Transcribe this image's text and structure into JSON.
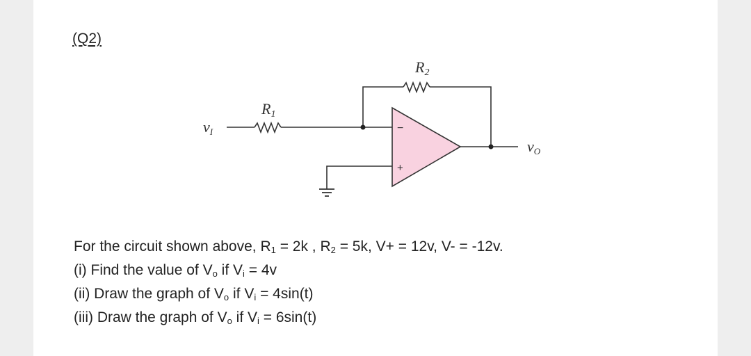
{
  "heading": "(Q2)",
  "circuit": {
    "r1_label": "R",
    "r1_sub": "1",
    "r2_label": "R",
    "r2_sub": "2",
    "vi_label": "v",
    "vi_sub": "I",
    "vo_label": "v",
    "vo_sub": "O",
    "minus_sign": "−",
    "plus_sign": "+",
    "opamp_fill": "#f9d2e0"
  },
  "question": {
    "intro": {
      "t1": "For the circuit shown above, R",
      "s1": "1",
      "t2": " = 2k , R",
      "s2": "2",
      "t3": " = 5k, V+ = 12v, V- = -12v."
    },
    "part1": {
      "t1": "(i) Find the value of V",
      "s1": "o",
      "t2": " if V",
      "s2": "i",
      "t3": " = 4v"
    },
    "part2": {
      "t1": "(ii) Draw the graph of V",
      "s1": "o",
      "t2": " if V",
      "s2": "i",
      "t3": " = 4sin(t)"
    },
    "part3": {
      "t1": "(iii) Draw the graph of V",
      "s1": "o",
      "t2": " if V",
      "s2": "i",
      "t3": " = 6sin(t)"
    }
  }
}
